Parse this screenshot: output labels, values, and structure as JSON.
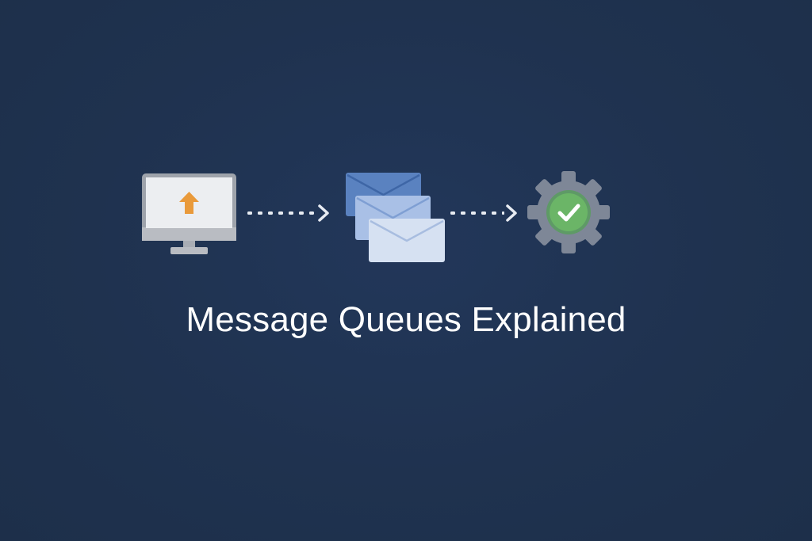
{
  "title": "Message Queues Explained",
  "colors": {
    "background": "#1f324f",
    "monitor_frame": "#a9adb4",
    "monitor_screen": "#eceef1",
    "upload_arrow": "#e99a3b",
    "envelope_back": "#5a82c0",
    "envelope_middle": "#a9c0e6",
    "envelope_front": "#d6e1f2",
    "connector": "#e8ecf2",
    "gear": "#7e8797",
    "check_circle": "#6bb567",
    "check_mark": "#ffffff"
  },
  "nodes": [
    {
      "id": "producer",
      "icon": "monitor-upload-icon"
    },
    {
      "id": "queue",
      "icon": "stacked-envelopes-icon"
    },
    {
      "id": "consumer",
      "icon": "gear-check-icon"
    }
  ],
  "connectors": [
    {
      "from": "producer",
      "to": "queue",
      "style": "dotted-arrow"
    },
    {
      "from": "queue",
      "to": "consumer",
      "style": "dotted-arrow"
    }
  ]
}
